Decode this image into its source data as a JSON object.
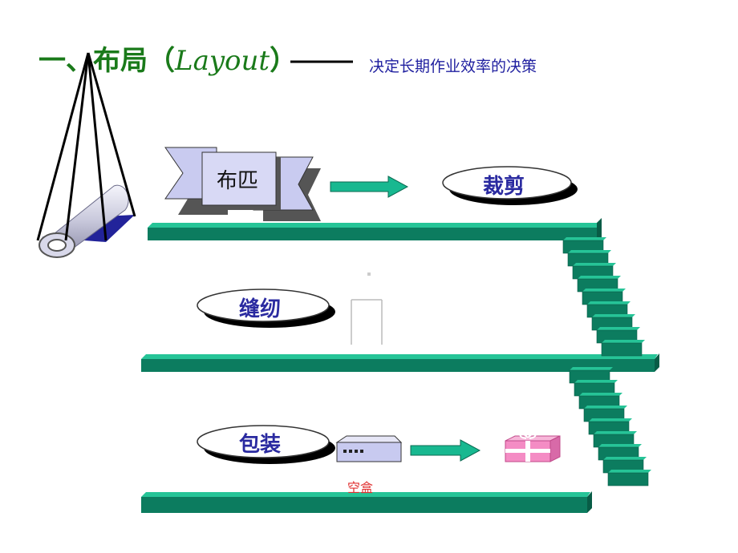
{
  "title": {
    "prefix": "一、布局（",
    "latin": "Layout",
    "suffix": "）"
  },
  "subtitle": "决定长期作业效率的决策",
  "steps": {
    "fabric": "布匹",
    "cutting": "裁剪",
    "sewing": "缝纫",
    "packing": "包装"
  },
  "empty_box_label": "空盒",
  "colors": {
    "title": "#1a7a1a",
    "label": "#2a2aa0",
    "platform": "#0f9070",
    "arrow": "#18b890",
    "box_label": "#e03030"
  }
}
